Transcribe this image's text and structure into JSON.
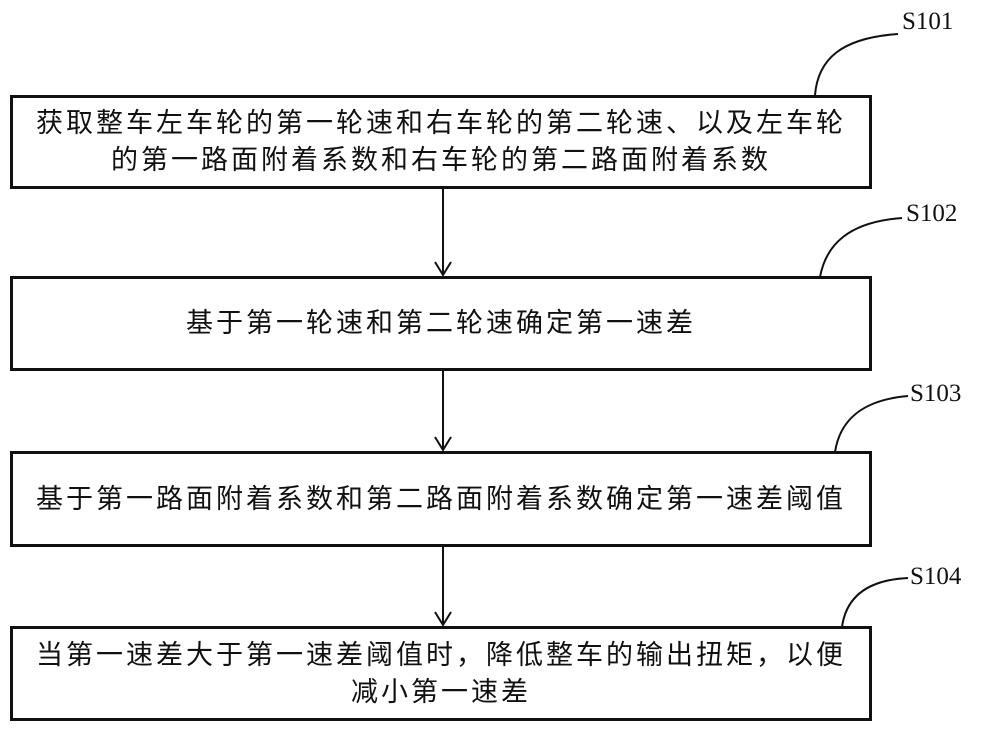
{
  "steps": [
    {
      "id": "S101",
      "text": "获取整车左车轮的第一轮速和右车轮的第二轮速、以及左车轮的第一路面附着系数和右车轮的第二路面附着系数"
    },
    {
      "id": "S102",
      "text": "基于第一轮速和第二轮速确定第一速差"
    },
    {
      "id": "S103",
      "text": "基于第一路面附着系数和第二路面附着系数确定第一速差阈值"
    },
    {
      "id": "S104",
      "text": "当第一速差大于第一速差阈值时，降低整车的输出扭矩，以便减小第一速差"
    }
  ]
}
